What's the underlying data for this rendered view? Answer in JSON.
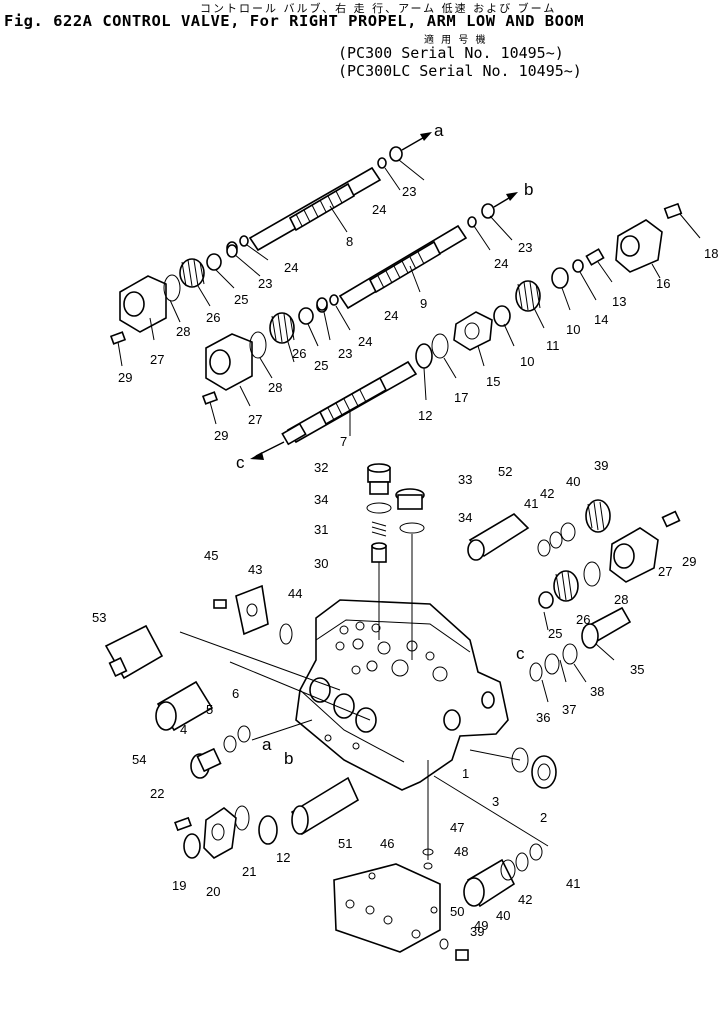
{
  "header": {
    "japanese_title": "コントロール バルブ、右 走 行、アーム 低速 および ブーム",
    "title": "Fig. 622A CONTROL VALVE, For RIGHT PROPEL, ARM LOW AND BOOM",
    "applicability_label": "適 用 号 機",
    "serial_line_1": "(PC300 Serial No. 10495~)",
    "serial_line_2": "(PC300LC Serial No. 10495~)"
  },
  "flow_markers": {
    "a_top": "a",
    "b_top": "b",
    "c_top": "c",
    "c_body": "c",
    "a_body": "a",
    "b_body": "b"
  },
  "callouts": [
    "1",
    "2",
    "3",
    "4",
    "5",
    "6",
    "7",
    "8",
    "9",
    "10",
    "10",
    "11",
    "12",
    "12",
    "13",
    "14",
    "15",
    "16",
    "17",
    "18",
    "19",
    "20",
    "21",
    "22",
    "23",
    "23",
    "23",
    "23",
    "24",
    "24",
    "24",
    "24",
    "24",
    "25",
    "25",
    "25",
    "26",
    "26",
    "26",
    "27",
    "27",
    "27",
    "28",
    "28",
    "28",
    "29",
    "29",
    "29",
    "30",
    "31",
    "32",
    "33",
    "34",
    "34",
    "35",
    "36",
    "37",
    "38",
    "39",
    "39",
    "40",
    "40",
    "41",
    "41",
    "42",
    "42",
    "43",
    "44",
    "45",
    "46",
    "47",
    "48",
    "49",
    "50",
    "51",
    "52",
    "53",
    "54"
  ]
}
